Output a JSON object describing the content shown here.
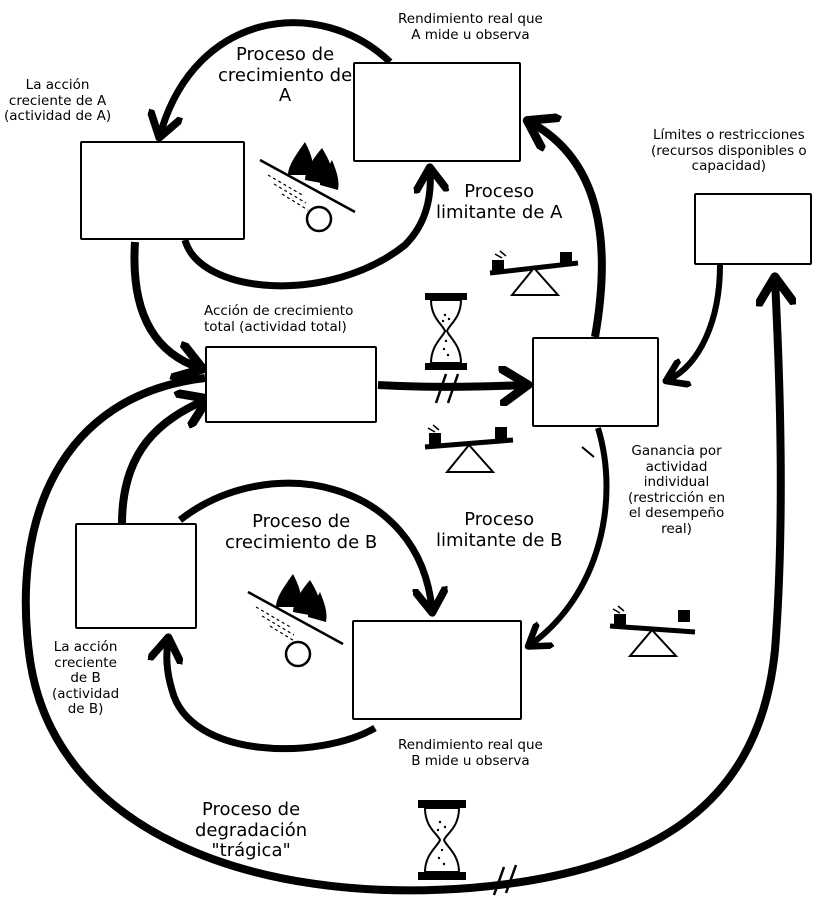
{
  "diagram": {
    "title": "Éxito para quien lo consigue: tragedia de los comunes",
    "boxes": {
      "accion_a": "",
      "rendimiento_a": "",
      "limites": "",
      "accion_total": "",
      "ganancia": "",
      "accion_b": "",
      "rendimiento_b": ""
    },
    "labels": {
      "rendimiento_a_1": "Rendimiento real que",
      "rendimiento_a_2": "A mide u observa",
      "accion_a_1": "La acción",
      "accion_a_2": "creciente de A",
      "accion_a_3": "(actividad de A)",
      "proceso_crec_a_1": "Proceso de",
      "proceso_crec_a_2": "crecimiento de",
      "proceso_crec_a_3": "A",
      "proceso_lim_a_1": "Proceso",
      "proceso_lim_a_2": "limitante de A",
      "limites_1": "Límites o restricciones",
      "limites_2": "(recursos disponibles o",
      "limites_3": "capacidad)",
      "accion_total_1": "Acción de crecimiento",
      "accion_total_2": "total (actividad total)",
      "ganancia_1": "Ganancia por",
      "ganancia_2": "actividad",
      "ganancia_3": "individual",
      "ganancia_4": "(restricción en",
      "ganancia_5": "el desempeño",
      "ganancia_6": "real)",
      "proceso_crec_b_1": "Proceso de",
      "proceso_crec_b_2": "crecimiento de B",
      "proceso_lim_b_1": "Proceso",
      "proceso_lim_b_2": "limitante de B",
      "accion_b_1": "La acción",
      "accion_b_2": "creciente",
      "accion_b_3": "de B",
      "accion_b_4": "(actividad",
      "accion_b_5": "de B)",
      "rendimiento_b_1": "Rendimiento real que",
      "rendimiento_b_2": "B mide u observa",
      "degradacion_1": "Proceso de",
      "degradacion_2": "degradación",
      "degradacion_3": "\"trágica\""
    },
    "icons": [
      "snowball-icon",
      "balance-scale-icon",
      "hourglass-icon"
    ],
    "colors": {
      "ink": "#000000",
      "paper": "#ffffff"
    }
  }
}
